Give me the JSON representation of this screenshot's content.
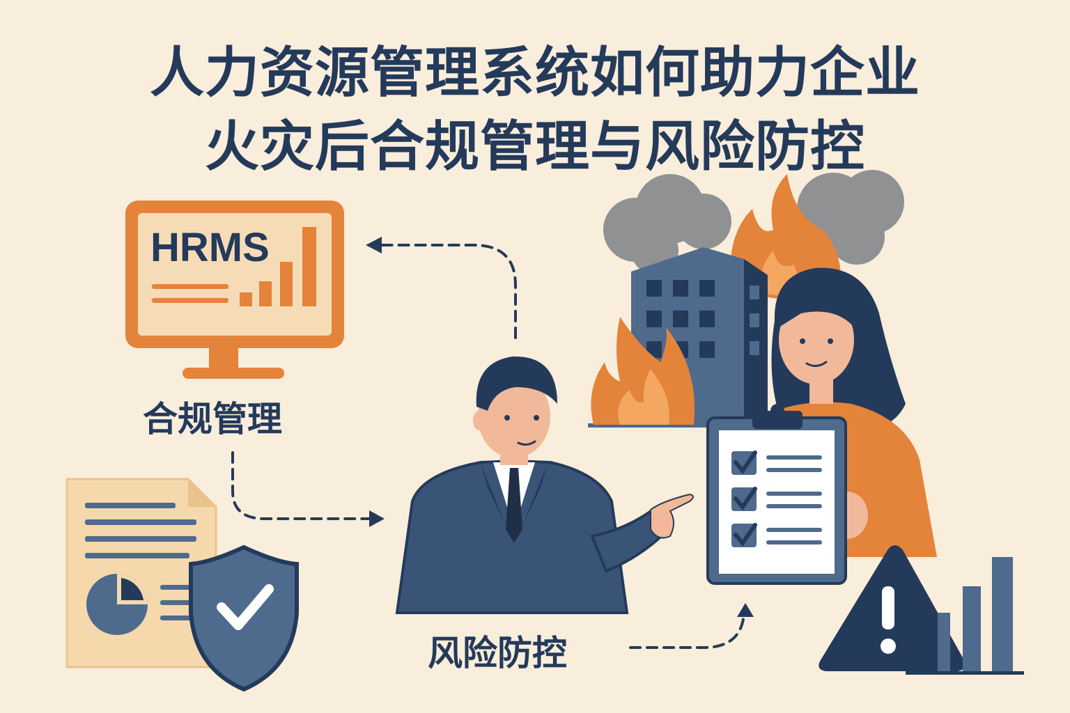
{
  "title": {
    "line1": "人力资源管理系统如何助力企业",
    "line2": "火灾后合规管理与风险防控"
  },
  "monitor": {
    "screen_text": "HRMS"
  },
  "labels": {
    "compliance": "合规管理",
    "risk_control": "风险防控"
  },
  "clipboard": {
    "checked_items": 3
  },
  "colors": {
    "background": "#f9eddb",
    "navy": "#243a5a",
    "orange": "#e4833a",
    "slate": "#4e6a8c",
    "smoke": "#8f9192"
  },
  "icons": [
    "hrms-monitor-icon",
    "document-icon",
    "shield-check-icon",
    "burning-building-icon",
    "smoke-cloud-icon",
    "flame-icon",
    "clipboard-checklist-icon",
    "warning-triangle-icon",
    "bar-chart-icon",
    "businessman-figure",
    "woman-figure"
  ]
}
